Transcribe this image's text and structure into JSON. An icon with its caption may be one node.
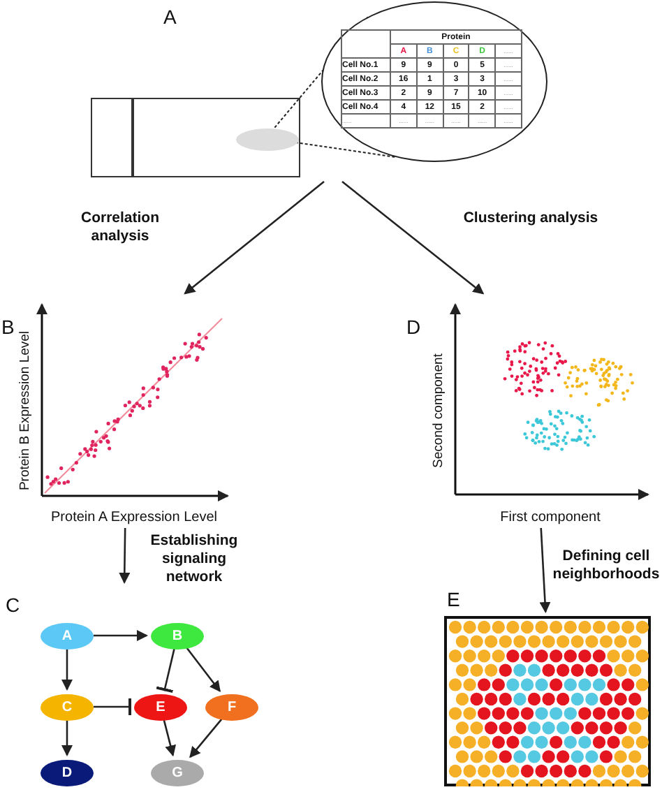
{
  "diagram": {
    "nodes": [
      {
        "text": [],
        "shape": "box"
      },
      {
        "text": [],
        "shape": "ellipse",
        "in": 0
      },
      {
        "text": [],
        "shape": "circle"
      },
      {
        "text": [],
        "shape": "picture",
        "beside": [
          "Protein B Expression Level",
          "Protein A Expression Level"
        ]
      },
      {
        "text": [],
        "shape": "picture",
        "beside": [
          "Second component",
          "First component"
        ]
      },
      {
        "text": [
          "A"
        ]
      },
      {
        "text": [
          "B"
        ]
      },
      {
        "text": [
          "C"
        ]
      },
      {
        "text": [
          "D"
        ]
      },
      {
        "text": [
          "E"
        ]
      },
      {
        "text": [
          "F"
        ]
      },
      {
        "text": [
          "G"
        ]
      },
      {
        "text": [],
        "shape": "picture"
      }
    ],
    "edges": [
      {
        "from": 1,
        "to": 2,
        "arrow": "none",
        "style": "dashed"
      },
      {
        "from": 1,
        "to": 2,
        "arrow": "none",
        "style": "dashed"
      },
      {
        "from": null,
        "to": 3,
        "arrow": "to",
        "label": "Correlation analysis"
      },
      {
        "from": null,
        "to": 4,
        "arrow": "to",
        "label": "Clustering analysis"
      },
      {
        "from": 3,
        "to": null,
        "arrow": "to",
        "label": "Establishing signaling network"
      },
      {
        "from": 4,
        "to": 12,
        "arrow": "to",
        "label": "Defining cell neighborhoods"
      },
      {
        "from": 5,
        "to": 6,
        "arrow": "to"
      },
      {
        "from": 5,
        "to": 7,
        "arrow": "to"
      },
      {
        "from": 6,
        "to": 9,
        "arrow": "other"
      },
      {
        "from": 6,
        "to": 10,
        "arrow": "to"
      },
      {
        "from": 7,
        "to": 9,
        "arrow": "other"
      },
      {
        "from": 7,
        "to": 8,
        "arrow": "to"
      },
      {
        "from": 9,
        "to": 11,
        "arrow": "to"
      },
      {
        "from": 10,
        "to": 11,
        "arrow": "to"
      }
    ],
    "labels": [
      "A",
      "Protein",
      "A",
      "B",
      "C",
      "D",
      "......",
      "Cell No.1",
      "9",
      "9",
      "0",
      "5",
      "......",
      "Cell No.2",
      "16",
      "1",
      "3",
      "3",
      "......",
      "Cell No.3",
      "2",
      "9",
      "7",
      "10",
      "......",
      "Cell No.4",
      "4",
      "12",
      "15",
      "2",
      "......",
      "......",
      "......",
      "......",
      "......",
      "......",
      "......",
      "B",
      "C",
      "D",
      "E"
    ]
  }
}
